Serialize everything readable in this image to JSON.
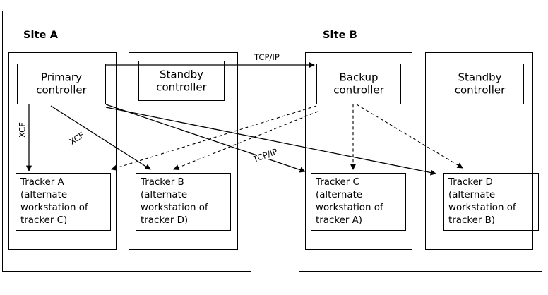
{
  "diagram": {
    "title_a": "Site A",
    "title_b": "Site B",
    "sites": [
      {
        "id": "site-a",
        "label": "Site A",
        "controllers": [
          {
            "id": "primary-controller",
            "label": "Primary\ncontroller"
          },
          {
            "id": "standby-controller-a",
            "label": "Standby\ncontroller"
          }
        ],
        "trackers": [
          {
            "id": "tracker-a",
            "label": "Tracker A\n(alternate\n workstation of\n tracker C)"
          },
          {
            "id": "tracker-b",
            "label": "Tracker B\n(alternate\n workstation of\n tracker D)"
          }
        ]
      },
      {
        "id": "site-b",
        "label": "Site B",
        "controllers": [
          {
            "id": "backup-controller",
            "label": "Backup\ncontroller"
          },
          {
            "id": "standby-controller-b",
            "label": "Standby\ncontroller"
          }
        ],
        "trackers": [
          {
            "id": "tracker-c",
            "label": "Tracker C\n(alternate\n workstation of\n tracker A)"
          },
          {
            "id": "tracker-d",
            "label": "Tracker D\n(alternate\n workstation of\n tracker B)"
          }
        ]
      }
    ],
    "connection_labels": [
      {
        "id": "tcpip-top",
        "text": "TCP/IP"
      },
      {
        "id": "xcf-vertical",
        "text": "XCF"
      },
      {
        "id": "xcf-diagonal",
        "text": "XCF"
      },
      {
        "id": "tcpip-diagonal",
        "text": "TCP/IP"
      }
    ],
    "colors": {
      "stroke": "#000000",
      "background": "#ffffff"
    }
  }
}
